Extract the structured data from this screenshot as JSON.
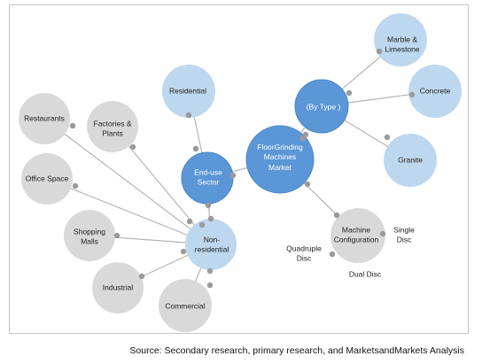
{
  "diagram": {
    "root": "FloorGrinding\nMachines\nMarket",
    "segments": [
      "(By Type )",
      "End-use\nSector",
      "Machine\nConfiguration",
      "Non-\nresidential"
    ],
    "type_items": [
      "Marble &\nLimestone",
      "Concrete",
      "Granite"
    ],
    "end_use_items": [
      "Residential"
    ],
    "non_residential_items": [
      "Restaurants",
      "Factories &\nPlants",
      "Office Space",
      "Shopping\nMalls",
      "Industrial",
      "Commercial"
    ],
    "configuration_items": [
      "Single\nDisc",
      "Quadruple\nDisc",
      "Dual Disc"
    ],
    "colors": {
      "dark_node": "#5b97d6",
      "dark_node_border": "#4a86c5",
      "light_node": "#bdd7ee",
      "grey_node": "#d9d9d9",
      "connector": "#b5b5b5",
      "dot": "#9a9a9a"
    }
  },
  "source": "Source: Secondary research, primary research, and MarketsandMarkets Analysis"
}
